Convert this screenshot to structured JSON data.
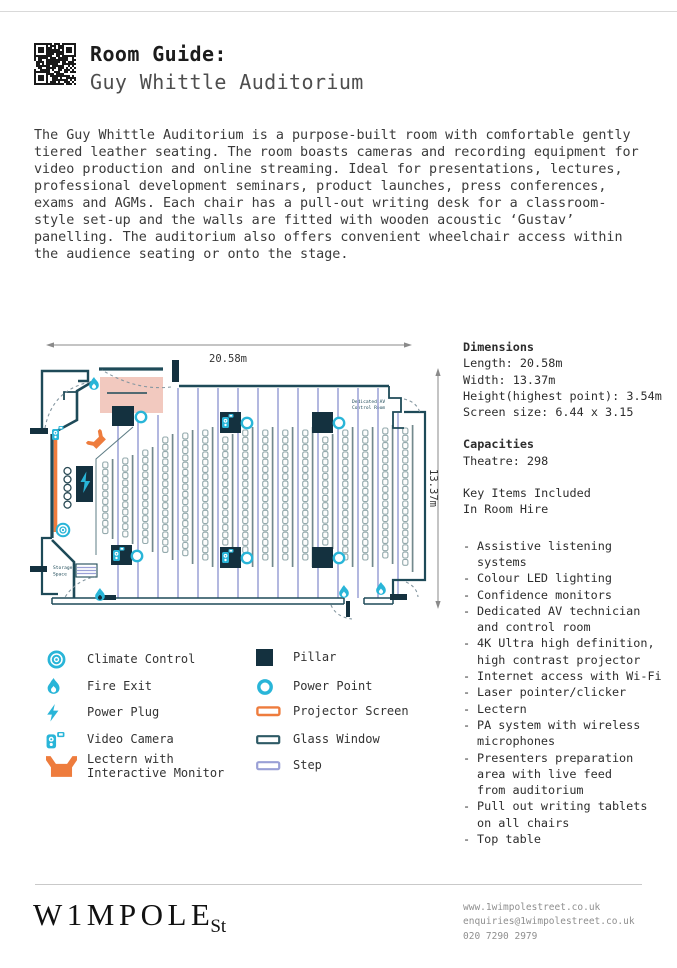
{
  "header": {
    "title_bold": "Room Guide:",
    "title_light": "Guy Whittle Auditorium"
  },
  "intro": {
    "text": "The Guy Whittle Auditorium is a purpose-built room with comfortable gently tiered leather seating. The room boasts cameras and recording equipment for video production and online streaming. Ideal for presentations, lectures, professional development seminars, product launches, press conferences, exams and AGMs. Each chair has a pull-out writing desk for a classroom-style set-up and the walls are fitted with wooden acoustic ‘Gustav’ panelling. The auditorium also offers convenient wheelchair access within the audience seating or onto the stage."
  },
  "plan": {
    "length_label": "20.58m",
    "width_label": "13.37m",
    "av_room_line1": "Dedicated AV",
    "av_room_line2": "Control Room",
    "storage_line1": "Storage",
    "storage_line2": "Space"
  },
  "details": {
    "dimensions_heading": "Dimensions",
    "dimension_lines": [
      "Length: 20.58m",
      "Width: 13.37m",
      "Height(highest point): 3.54m",
      "Screen size: 6.44 x 3.15"
    ],
    "capacities_heading": "Capacities",
    "capacity_lines": [
      "Theatre: 298"
    ],
    "key_items_heading": "Key Items Included\nIn Room Hire",
    "key_items": [
      "Assistive listening\nsystems",
      "Colour LED lighting",
      "Confidence monitors",
      "Dedicated AV technician\nand control room",
      "4K Ultra high definition,\nhigh contrast projector",
      "Internet access with Wi-Fi",
      "Laser pointer/clicker",
      "Lectern",
      "PA system with wireless\nmicrophones",
      "Presenters preparation\narea with live feed\nfrom auditorium",
      "Pull out writing tablets\non all chairs",
      "Top table"
    ]
  },
  "legend": {
    "left": [
      {
        "icon": "climate-control-icon",
        "label": "Climate Control"
      },
      {
        "icon": "fire-exit-icon",
        "label": "Fire Exit"
      },
      {
        "icon": "power-plug-icon",
        "label": "Power Plug"
      },
      {
        "icon": "video-camera-icon",
        "label": "Video Camera"
      },
      {
        "icon": "lectern-icon",
        "label": "Lectern with\nInteractive Monitor"
      }
    ],
    "right": [
      {
        "icon": "pillar-icon",
        "label": "Pillar"
      },
      {
        "icon": "power-point-icon",
        "label": "Power Point"
      },
      {
        "icon": "projector-screen-icon",
        "label": "Projector Screen"
      },
      {
        "icon": "glass-window-icon",
        "label": "Glass Window"
      },
      {
        "icon": "step-icon",
        "label": "Step"
      }
    ]
  },
  "footer": {
    "logo_main": "W1MPOLE",
    "logo_sub": "St",
    "website": "www.1wimpolestreet.co.uk",
    "email": "enquiries@1wimpolestreet.co.uk",
    "phone": "020 7290 2979"
  },
  "colors": {
    "cyan": "#29b5d8",
    "navy": "#14313f",
    "wall": "#1e4a58",
    "orange": "#ee7c3d",
    "lavender": "#9aa0d6",
    "stage_pink": "#f2c9bf",
    "seat_outline": "#93a9ac",
    "seat_back": "#73898d"
  }
}
